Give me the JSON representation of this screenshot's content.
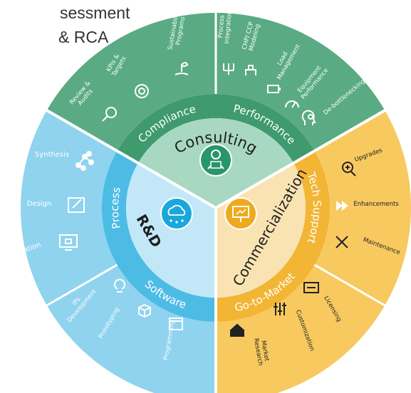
{
  "header": {
    "line1": "sessment",
    "line2": "& RCA"
  },
  "colors": {
    "green_outer": "#5aab83",
    "green_mid": "#3f9a6e",
    "green_inner": "#a8d8c2",
    "green_core": "#27966a",
    "blue_outer": "#8fd3ef",
    "blue_mid": "#4dbce5",
    "blue_inner": "#c2e8f8",
    "blue_core": "#1aa8dc",
    "yellow_outer": "#f7c95f",
    "yellow_mid": "#f2b534",
    "yellow_inner": "#fae3b3",
    "yellow_core": "#eeaa1e"
  },
  "core": {
    "consulting": "Consulting",
    "rnd": "R&D",
    "commercialization": "Commercialization"
  },
  "ring": {
    "compliance": "Compliance",
    "performance": "Performance",
    "tech_support": "Tech Support",
    "go_to_market": "Go-to-Market",
    "software": "Software",
    "process": "Process"
  },
  "items": {
    "review_audits": "Review & Audits",
    "kpis_targets": "KPIs & Targets",
    "sustainability": "Sustainability Programs",
    "process_integration": "Process Integration",
    "chp_ccp": "CHP/ CCP Modeling",
    "load_mgmt": "Load Management",
    "equipment_perf": "Equipment Performance",
    "debottlenecking": "De-bottlenecking",
    "upgrades": "Upgrades",
    "enhancements": "Enhancements",
    "maintenance": "Maintenance",
    "licensing": "Licensing",
    "customization": "Customization",
    "market_research": "Market Research",
    "programming": "Programming",
    "prototyping": "Prototyping",
    "ips_development": "IPs Development",
    "simulation": "Simulation",
    "design": "Design",
    "synthesis": "Synthesis"
  }
}
